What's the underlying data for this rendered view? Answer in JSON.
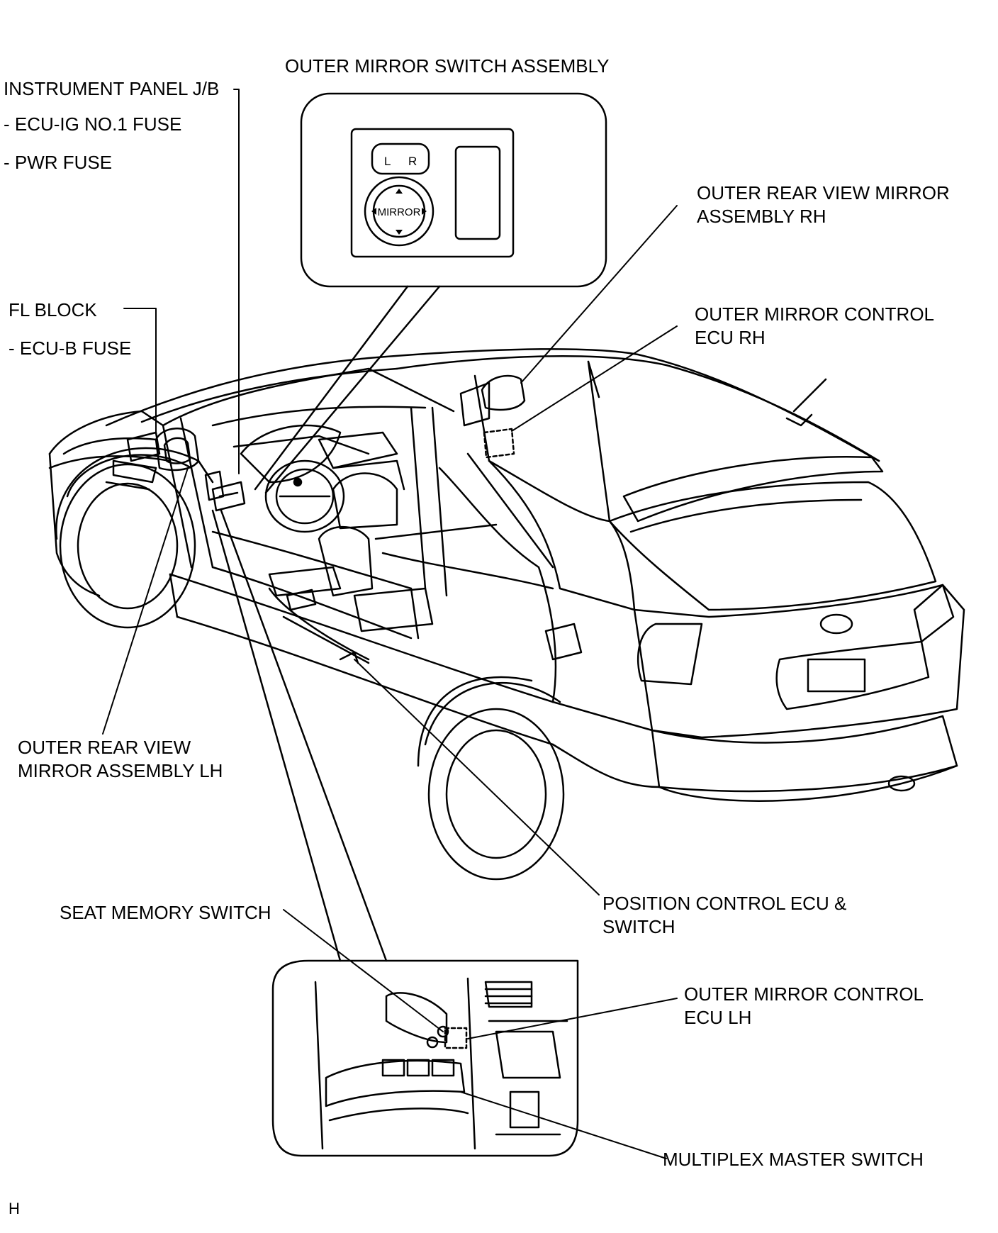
{
  "labels": {
    "switch_assembly": "OUTER MIRROR SWITCH ASSEMBLY",
    "instrument_panel": "INSTRUMENT PANEL J/B",
    "ecu_ig_fuse": "- ECU-IG NO.1  FUSE",
    "pwr_fuse": "- PWR FUSE",
    "fl_block": "FL BLOCK",
    "ecu_b_fuse": "- ECU-B FUSE",
    "mirror_rh_1": "OUTER REAR VIEW MIRROR",
    "mirror_rh_2": "ASSEMBLY RH",
    "control_ecu_rh_1": "OUTER  MIRROR  CONTROL",
    "control_ecu_rh_2": "ECU RH",
    "mirror_lh_1": "OUTER REAR VIEW",
    "mirror_lh_2": "MIRROR  ASSEMBLY LH",
    "seat_memory": "SEAT MEMORY SWITCH",
    "position_ecu_1": "POSITION CONTROL ECU &",
    "position_ecu_2": "SWITCH",
    "control_ecu_lh_1": "OUTER  MIRROR  CONTROL",
    "control_ecu_lh_2": "ECU LH",
    "multiplex": "MULTIPLEX MASTER SWITCH",
    "corner_mark": "H"
  },
  "switch_panel": {
    "left_key": "L",
    "right_key": "R",
    "knob_label": "MIRROR"
  }
}
